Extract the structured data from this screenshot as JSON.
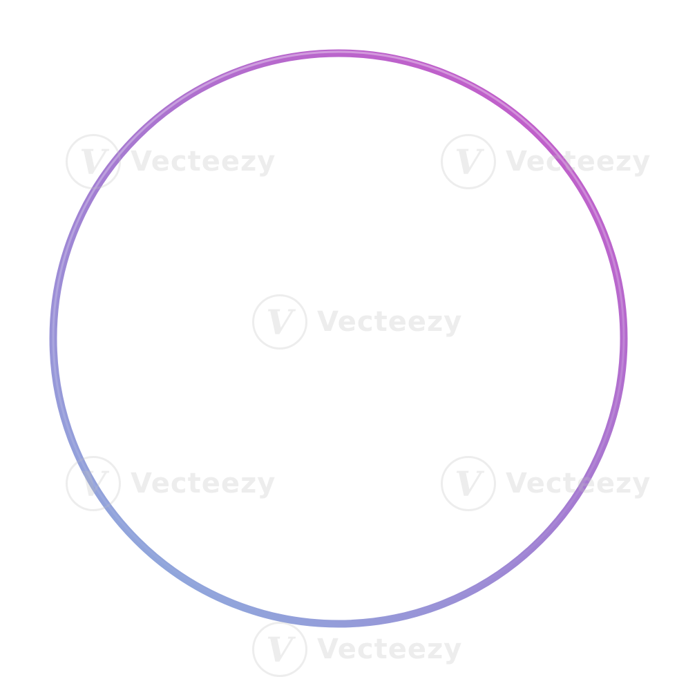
{
  "image": {
    "subject": "hula-hoop-ring",
    "gradient_colors": {
      "top": "#c35bc9",
      "right": "#b04db8",
      "bottom": "#9a8bd0",
      "left": "#8fa8dc"
    },
    "background": "#ffffff"
  },
  "watermarks": {
    "brand_text": "Vecteezy",
    "logo_glyph": "V"
  }
}
